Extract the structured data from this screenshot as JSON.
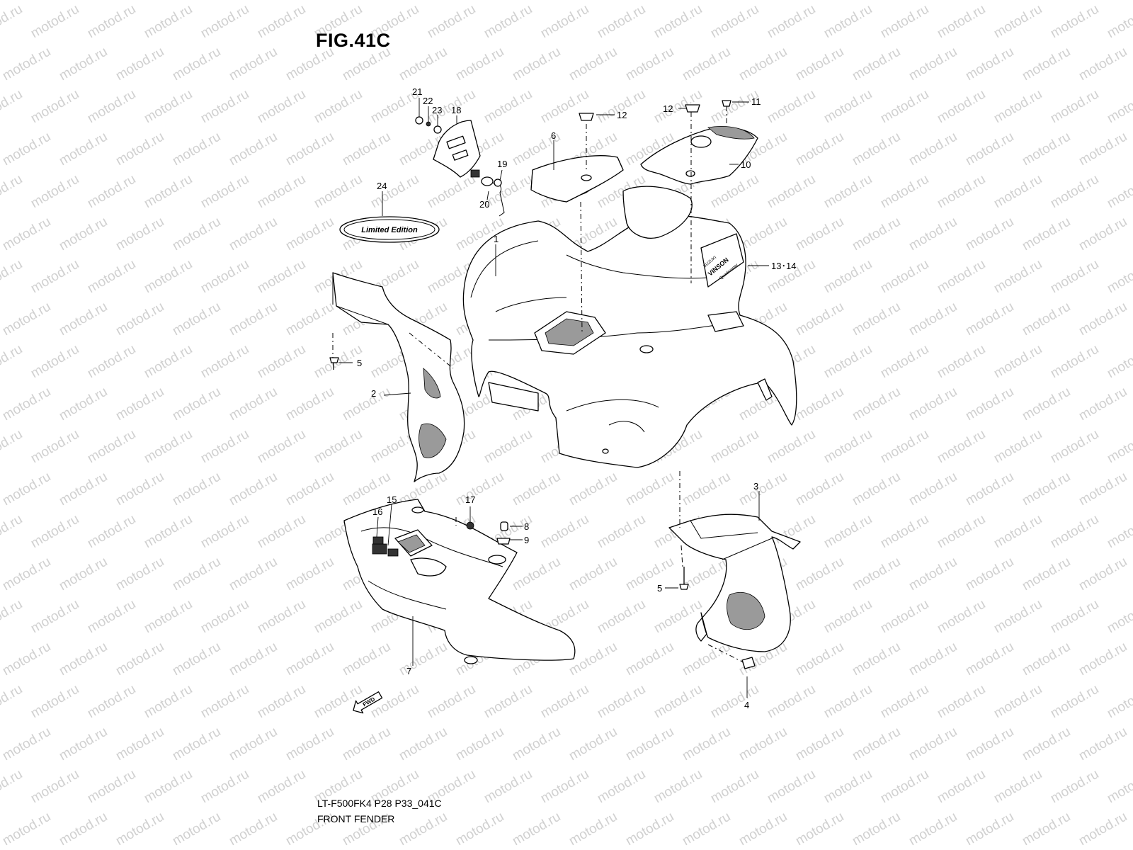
{
  "figure": {
    "title": "FIG.41C",
    "code": "LT-F500FK4 P28 P33_041C",
    "caption": "FRONT FENDER",
    "watermark": "motod.ru"
  },
  "callouts": [
    "1",
    "2",
    "3",
    "4",
    "5",
    "5",
    "6",
    "7",
    "8",
    "9",
    "10",
    "11",
    "12",
    "12",
    "13･14",
    "15",
    "16",
    "17",
    "18",
    "19",
    "20",
    "21",
    "22",
    "23",
    "24"
  ],
  "decals": {
    "emblem_24": "Limited Edition",
    "side_logo_top": "SUZUKI",
    "side_logo_main": "VINSON",
    "side_logo_sub": "Quadrunner",
    "direction_arrow": "FWD"
  },
  "colors": {
    "line": "#000000",
    "shade": "#9a9a9a",
    "watermark": "#d0d0d0",
    "background": "#ffffff"
  }
}
